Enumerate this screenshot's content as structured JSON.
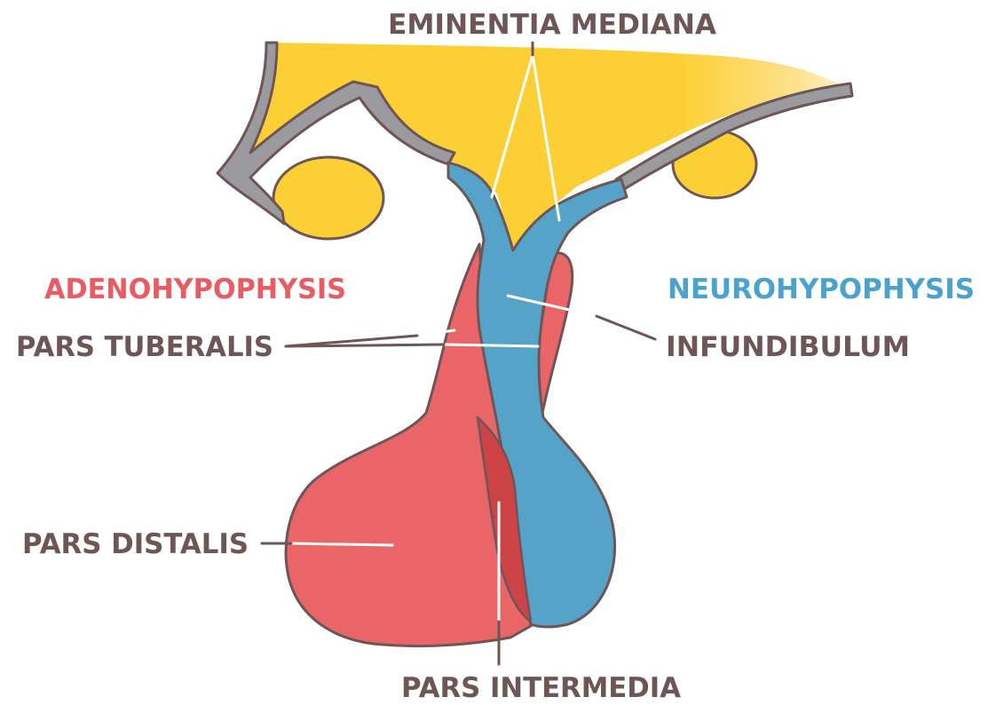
{
  "labels": {
    "eminentia_mediana": "EMINENTIA MEDIANA",
    "adenohypophysis": "ADENOHYPOPHYSIS",
    "neurohypophysis": "NEUROHYPOPHYSIS",
    "pars_tuberalis": "PARS TUBERALIS",
    "infundibulum": "INFUNDIBULUM",
    "pars_distalis": "PARS DISTALIS",
    "pars_intermedia": "PARS INTERMEDIA"
  },
  "colors": {
    "hypothalamus": "#fcd034",
    "hypothalamus_edge": "#fde9a6",
    "neurohypophysis": "#55a3c9",
    "adenohypophysis": "#ea6567",
    "pars_intermedia": "#cd4346",
    "outline": "#6e5656",
    "grey_band": "#9b9a9e",
    "label_text": "#6e5656",
    "adenohypophysis_text": "#e85d63",
    "neurohypophysis_text": "#4aa3cf"
  }
}
